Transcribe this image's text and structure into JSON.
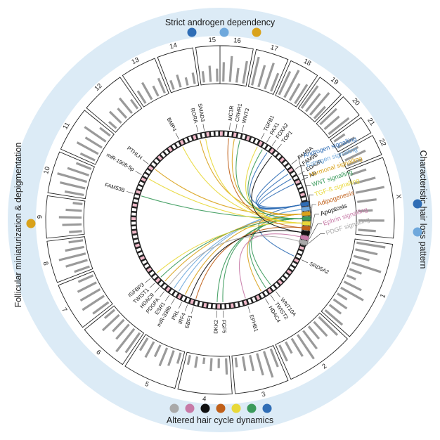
{
  "traits": {
    "top": "Strict androgen dependency",
    "right": "Characteristic hair loss pattern",
    "bottom": "Altered hair cycle dynamics",
    "left": "Follicular miniaturization & depigmentation"
  },
  "colors": {
    "androgen": "#2f6db5",
    "estrogen": "#6fa8dc",
    "hormonal": "#d9a21b",
    "wnt": "#3a9a5b",
    "tgfb": "#e8d838",
    "adipogenesis": "#c0601a",
    "apoptosis": "#111111",
    "ephrin": "#c77aa7",
    "pdgf": "#a9a9a9",
    "halo": "#dcebf6",
    "bars": "#9a9a9a",
    "chords": "#ffffff"
  },
  "pathways": [
    {
      "key": "androgen",
      "label": "Androgen signalling"
    },
    {
      "key": "estrogen",
      "label": "Estrogen signalling"
    },
    {
      "key": "hormonal",
      "label": "Hormonal signalling"
    },
    {
      "key": "wnt",
      "label": "WNT signalling"
    },
    {
      "key": "tgfb",
      "label": "TGF-ß signalling"
    },
    {
      "key": "adipogenesis",
      "label": "Adipogenesis"
    },
    {
      "key": "apoptosis",
      "label": "Apoptosis"
    },
    {
      "key": "ephrin",
      "label": "Ephrin signalling"
    },
    {
      "key": "pdgf",
      "label": "PDGF signalling"
    }
  ],
  "trait_dots": {
    "top": [
      "androgen",
      "estrogen",
      "hormonal"
    ],
    "right": [
      "androgen",
      "estrogen"
    ],
    "bottom": [
      "pdgf",
      "ephrin",
      "apoptosis",
      "adipogenesis",
      "tgfb",
      "wnt",
      "androgen"
    ],
    "left": [
      "hormonal"
    ]
  },
  "chromosomes": [
    {
      "label": "1",
      "start": 98,
      "end": 132,
      "bars": [
        0.9,
        0.7,
        0.5,
        0.95,
        0.4,
        0.3,
        0.6,
        0.8,
        0.35,
        0.5,
        0.45,
        0.7
      ]
    },
    {
      "label": "2",
      "start": 133,
      "end": 156,
      "bars": [
        0.8,
        0.6,
        0.5,
        0.7,
        0.9,
        0.65,
        0.4,
        0.55
      ]
    },
    {
      "label": "3",
      "start": 157,
      "end": 175,
      "bars": [
        0.6,
        0.85,
        0.7,
        0.5,
        0.45,
        0.3
      ]
    },
    {
      "label": "4",
      "start": 176,
      "end": 194,
      "bars": [
        0.5,
        0.3,
        0.4,
        0.2,
        0.35,
        0.3
      ]
    },
    {
      "label": "5",
      "start": 195,
      "end": 213,
      "bars": [
        0.35,
        0.5,
        0.6,
        0.4,
        0.55,
        0.45
      ]
    },
    {
      "label": "6",
      "start": 214,
      "end": 231,
      "bars": [
        0.75,
        0.9,
        0.6,
        0.5,
        0.7,
        0.4
      ]
    },
    {
      "label": "7",
      "start": 232,
      "end": 248,
      "bars": [
        0.6,
        0.8,
        0.7,
        0.65,
        0.5
      ]
    },
    {
      "label": "8",
      "start": 249,
      "end": 263,
      "bars": [
        0.5,
        0.7,
        0.85,
        0.6,
        0.45
      ]
    },
    {
      "label": "9",
      "start": 264,
      "end": 278,
      "bars": [
        0.4,
        0.6,
        0.7,
        0.5,
        0.3
      ]
    },
    {
      "label": "10",
      "start": 279,
      "end": 293,
      "bars": [
        0.6,
        0.8,
        0.95,
        0.7,
        0.5
      ]
    },
    {
      "label": "11",
      "start": 294,
      "end": 309,
      "bars": [
        0.5,
        0.75,
        0.6,
        0.8,
        0.4
      ]
    },
    {
      "label": "12",
      "start": 310,
      "end": 325,
      "bars": [
        0.3,
        0.5,
        0.4,
        0.6,
        0.35
      ]
    },
    {
      "label": "13",
      "start": 326,
      "end": 338,
      "bars": [
        0.45,
        0.6,
        0.35,
        0.5
      ]
    },
    {
      "label": "14",
      "start": 339,
      "end": 351,
      "bars": [
        0.3,
        0.4,
        0.25,
        0.35
      ]
    },
    {
      "label": "15",
      "start": 352,
      "end": 363,
      "bars": [
        0.35,
        0.5,
        0.4,
        0.3
      ]
    },
    {
      "label": "16",
      "start": 0,
      "end": 11,
      "bars": [
        0.6,
        0.8,
        0.45,
        0.7
      ]
    },
    {
      "label": "17",
      "start": 12,
      "end": 23,
      "bars": [
        0.9,
        0.7,
        0.85,
        0.6
      ]
    },
    {
      "label": "18",
      "start": 24,
      "end": 34,
      "bars": [
        0.8,
        0.95,
        0.6,
        0.7
      ]
    },
    {
      "label": "19",
      "start": 35,
      "end": 44,
      "bars": [
        0.85,
        0.7,
        0.9,
        0.5
      ]
    },
    {
      "label": "20",
      "start": 45,
      "end": 53,
      "bars": [
        0.7,
        0.6,
        0.8
      ]
    },
    {
      "label": "21",
      "start": 54,
      "end": 60,
      "bars": [
        0.4,
        0.6
      ]
    },
    {
      "label": "22",
      "start": 61,
      "end": 68,
      "bars": [
        0.55,
        0.7,
        0.5
      ]
    },
    {
      "label": "X",
      "start": 69,
      "end": 96,
      "bars": [
        0.5,
        0.7,
        0.9,
        0.6,
        0.45,
        0.8,
        0.55
      ]
    }
  ],
  "genes": [
    {
      "label": "SRD5A2",
      "angle": 116,
      "pathway": "androgen"
    },
    {
      "label": "WNT10A",
      "angle": 142,
      "pathway": "wnt"
    },
    {
      "label": "TWIST2",
      "angle": 146,
      "pathway": "wnt"
    },
    {
      "label": "HDAC4",
      "angle": 150,
      "pathway": "hormonal"
    },
    {
      "label": "EPHB1",
      "angle": 162,
      "pathway": "ephrin"
    },
    {
      "label": "FGF5",
      "angle": 178,
      "pathway": "wnt"
    },
    {
      "label": "DKK2",
      "angle": 182,
      "pathway": "wnt"
    },
    {
      "label": "EBF1",
      "angle": 197,
      "pathway": "adipogenesis"
    },
    {
      "label": "IRF4",
      "angle": 201,
      "pathway": "apoptosis"
    },
    {
      "label": "PRL",
      "angle": 205,
      "pathway": "hormonal"
    },
    {
      "label": "miR-338b",
      "angle": 210,
      "pathway": "estrogen"
    },
    {
      "label": "ESR1",
      "angle": 214,
      "pathway": "estrogen"
    },
    {
      "label": "PDGFA",
      "angle": 218,
      "pathway": "pdgf"
    },
    {
      "label": "HDAC9",
      "angle": 222,
      "pathway": "hormonal"
    },
    {
      "label": "TWIST1",
      "angle": 226,
      "pathway": "wnt"
    },
    {
      "label": "IGFBP3",
      "angle": 230,
      "pathway": "tgfb"
    },
    {
      "label": "FAM53B",
      "angle": 287,
      "pathway": "wnt"
    },
    {
      "label": "miR-1908-5p",
      "angle": 300,
      "pathway": "tgfb"
    },
    {
      "label": "PTHLH",
      "angle": 308,
      "pathway": "hormonal"
    },
    {
      "label": "BMP4",
      "angle": 333,
      "pathway": "tgfb"
    },
    {
      "label": "RORA",
      "angle": 346,
      "pathway": "hormonal"
    },
    {
      "label": "SMAD3",
      "angle": 350,
      "pathway": "tgfb"
    },
    {
      "label": "MC1R",
      "angle": 6,
      "pathway": "adipogenesis"
    },
    {
      "label": "CRHR1",
      "angle": 10,
      "pathway": "hormonal"
    },
    {
      "label": "WNT3",
      "angle": 14,
      "pathway": "wnt"
    },
    {
      "label": "TGFB1",
      "angle": 27,
      "pathway": "tgfb"
    },
    {
      "label": "PAX1",
      "angle": 31,
      "pathway": "wnt"
    },
    {
      "label": "FOXA2",
      "angle": 35,
      "pathway": "androgen"
    },
    {
      "label": "TOP1",
      "angle": 39,
      "pathway": "apoptosis"
    },
    {
      "label": "FAM9A",
      "angle": 52,
      "pathway": "androgen"
    },
    {
      "label": "FAM9B",
      "angle": 56,
      "pathway": "androgen"
    },
    {
      "label": "EDA2R",
      "angle": 60,
      "pathway": "androgen"
    },
    {
      "label": "AR",
      "angle": 64,
      "pathway": "androgen"
    }
  ]
}
